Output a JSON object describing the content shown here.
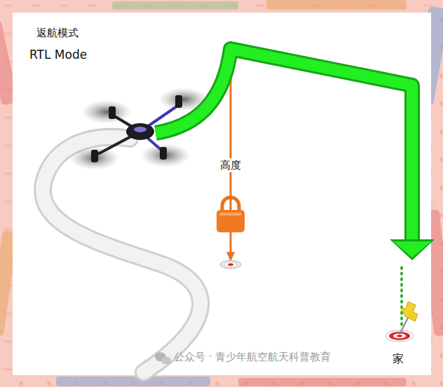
{
  "diagram": {
    "labels": [
      "返航模式",
      "RTL Mode",
      "高度",
      "家",
      "公众号 · 青少年航空航天科普教育"
    ]
  }
}
